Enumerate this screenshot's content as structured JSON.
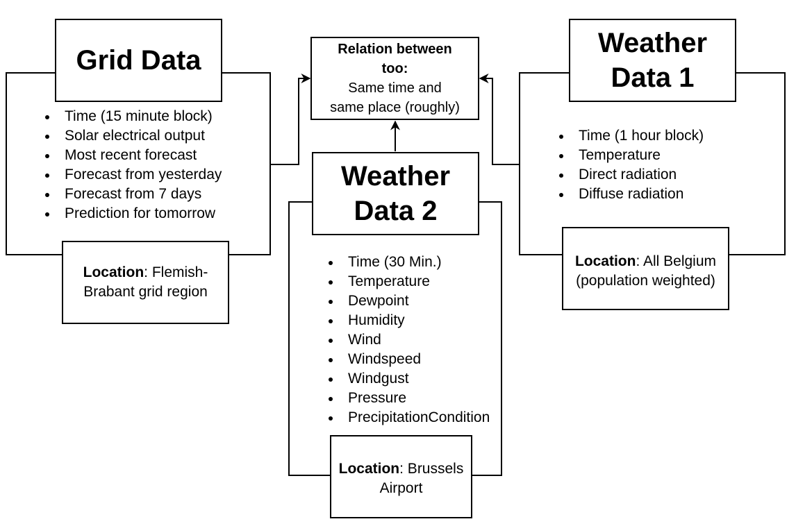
{
  "relation": {
    "title_line1": "Relation between",
    "title_line2": "too:",
    "body_line1": "Same time and",
    "body_line2": "same place (roughly)"
  },
  "grid": {
    "title": "Grid Data",
    "items": [
      "Time (15 minute block)",
      "Solar electrical output",
      "Most recent forecast",
      "Forecast from yesterday",
      "Forecast from 7 days",
      "Prediction for tomorrow"
    ],
    "location_label": "Location",
    "location_line1": ": Flemish-",
    "location_line2": "Brabant grid region"
  },
  "weather1": {
    "title_line1": "Weather",
    "title_line2": "Data 1",
    "items": [
      "Time (1 hour block)",
      "Temperature",
      "Direct radiation",
      "Diffuse radiation"
    ],
    "location_label": "Location",
    "location_line1": ": All Belgium",
    "location_line2": "(population weighted)"
  },
  "weather2": {
    "title_line1": "Weather",
    "title_line2": "Data 2",
    "items": [
      "Time (30 Min.)",
      "Temperature",
      "Dewpoint",
      "Humidity",
      "Wind",
      "Windspeed",
      "Windgust",
      "Pressure",
      "PrecipitationCondition"
    ],
    "location_label": "Location",
    "location_line1": ": Brussels",
    "location_line2": "Airport"
  }
}
